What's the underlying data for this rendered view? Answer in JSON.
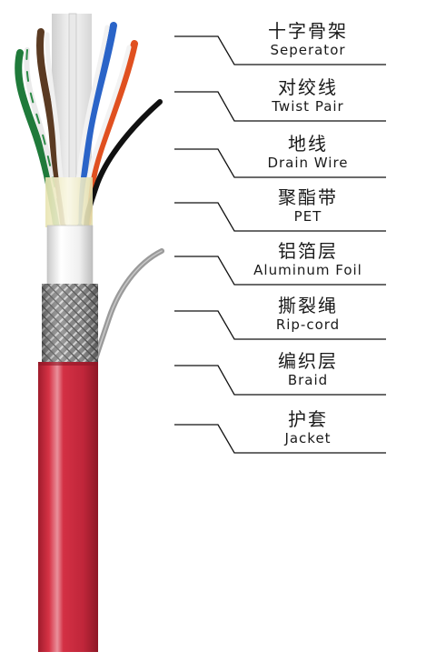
{
  "layers": [
    {
      "cn": "十字骨架",
      "en": "Seperator"
    },
    {
      "cn": "对绞线",
      "en": "Twist Pair"
    },
    {
      "cn": "地线",
      "en": "Drain Wire"
    },
    {
      "cn": "聚酯带",
      "en": "PET"
    },
    {
      "cn": "铝箔层",
      "en": "Aluminum Foil"
    },
    {
      "cn": "撕裂绳",
      "en": "Rip-cord"
    },
    {
      "cn": "编织层",
      "en": "Braid"
    },
    {
      "cn": "护套",
      "en": "Jacket"
    }
  ],
  "colors": {
    "jacket": "#c8283a",
    "braid": "#8c8c8c",
    "foil": "#e8e8e8",
    "pet": "#f2efc8",
    "ripcord": "#9a9a9a",
    "leader": "#111111"
  }
}
